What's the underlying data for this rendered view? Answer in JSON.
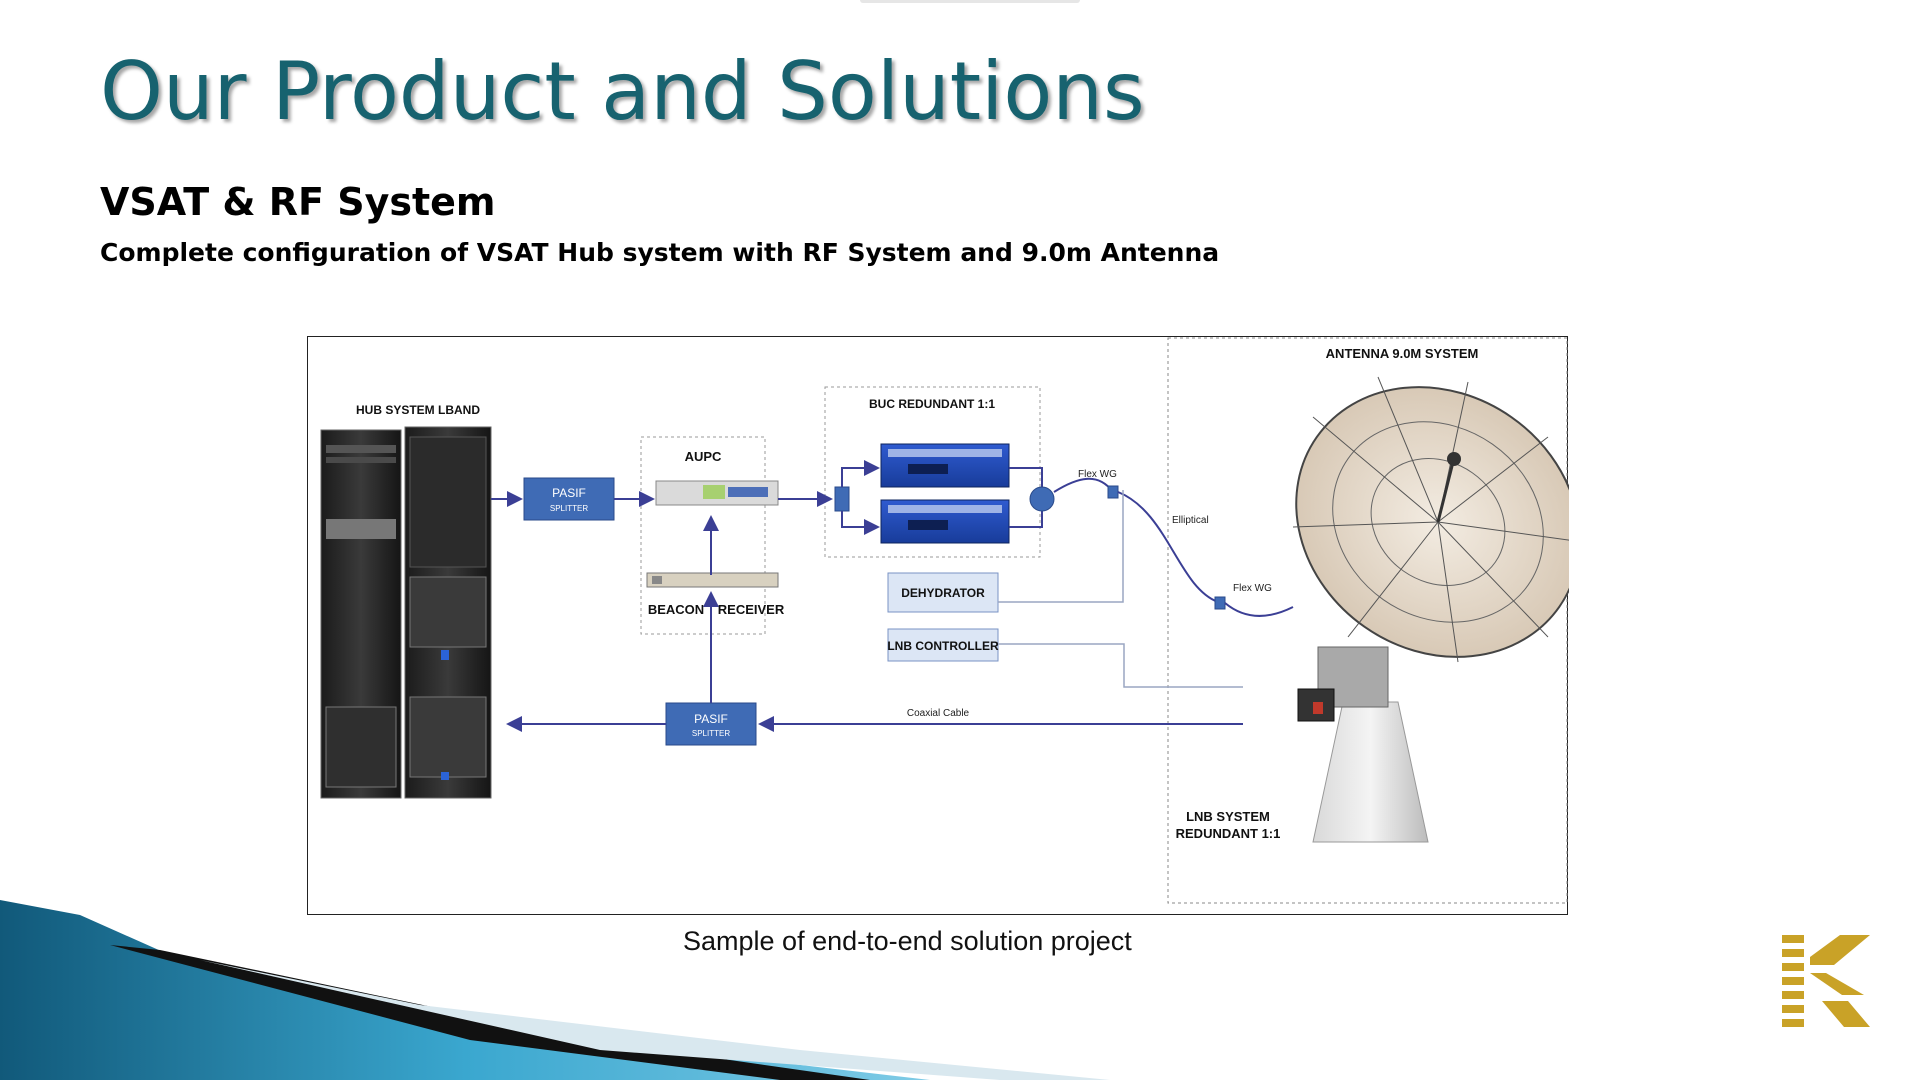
{
  "slide": {
    "title": "Our Product and Solutions",
    "subtitle": "VSAT & RF System",
    "description": "Complete configuration of VSAT Hub system with RF System and 9.0m Antenna",
    "caption": "Sample of end-to-end solution project"
  },
  "diagram": {
    "hub_label": "HUB SYSTEM LBAND",
    "pasif_top": {
      "line1": "PASIF",
      "line2": "SPLITTER"
    },
    "pasif_bottom": {
      "line1": "PASIF",
      "line2": "SPLITTER"
    },
    "aupc_label": "AUPC",
    "beacon_label": "BEACON",
    "receiver_label": "RECEIVER",
    "buc_label": "BUC REDUNDANT 1:1",
    "dehydrator_label": "DEHYDRATOR",
    "lnb_controller_label": "LNB CONTROLLER",
    "flex_wg_top": "Flex WG",
    "elliptical": "Elliptical",
    "flex_wg_bottom": "Flex WG",
    "coaxial_cable": "Coaxial Cable",
    "antenna_label": "ANTENNA 9.0M SYSTEM",
    "lnb_system_line1": "LNB SYSTEM",
    "lnb_system_line2": "REDUNDANT 1:1"
  },
  "colors": {
    "title": "#17626f",
    "box_fill": "#3f6bb5",
    "line": "#3b3f95",
    "logo_gold": "#c9a227"
  },
  "icons": [
    "k-logo-icon",
    "satellite-dish-icon",
    "server-rack-icon"
  ]
}
